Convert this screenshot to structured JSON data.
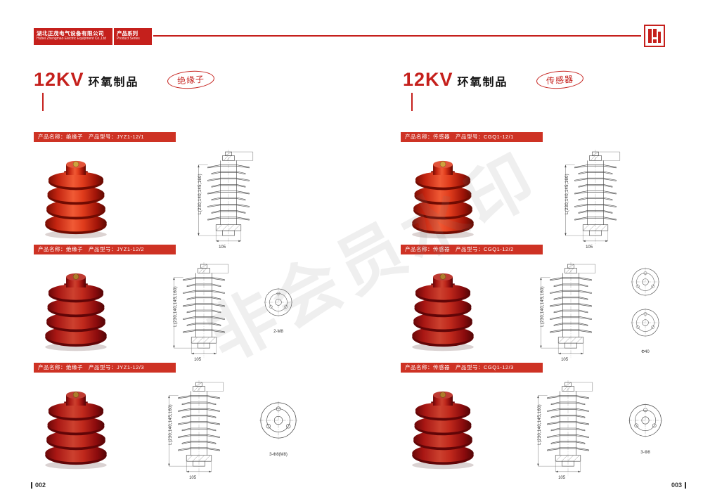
{
  "colors": {
    "accent_red": "#c5201c",
    "label_red": "#ce3224"
  },
  "header": {
    "company_cn": "湖北正茂电气设备有限公司",
    "company_en": "Hubei Zhengmao Electric Equipment Co.,Ltd",
    "series_cn": "产品系列",
    "series_en": "Product Series"
  },
  "watermark": "非会员水印",
  "pages": {
    "left": {
      "kv": "12KV",
      "title": "环氧制品",
      "stamp": "绝缘子",
      "page_no": "002",
      "products": [
        {
          "label": "产品名称：绝缘子　产品型号：JYZ1-12/1",
          "dim_side": "L(230,140,145,160)",
          "dim_bottom": "105"
        },
        {
          "label": "产品名称：绝缘子　产品型号：JYZ1-12/2",
          "dim_side": "L(230,140,145,160)",
          "dim_bottom": "105",
          "view_label": "2-M8"
        },
        {
          "label": "产品名称：绝缘子　产品型号：JYZ1-12/3",
          "dim_side": "L(230,140,145,160)",
          "dim_bottom": "105",
          "view_label": "3-Φ8(M8)"
        }
      ]
    },
    "right": {
      "kv": "12KV",
      "title": "环氧制品",
      "stamp": "传感器",
      "page_no": "003",
      "products": [
        {
          "label": "产品名称：传感器　产品型号：CGQ1-12/1",
          "dim_side": "L(230,140,145,160)",
          "dim_bottom": "105"
        },
        {
          "label": "产品名称：传感器　产品型号：CGQ1-12/2",
          "dim_side": "L(230,140,145,160)",
          "dim_bottom": "105",
          "view_label": "Φ40"
        },
        {
          "label": "产品名称：传感器　产品型号：CGQ1-12/3",
          "dim_side": "L(230,140,145,160)",
          "dim_bottom": "105",
          "view_label": "3-Φ8"
        }
      ]
    }
  }
}
